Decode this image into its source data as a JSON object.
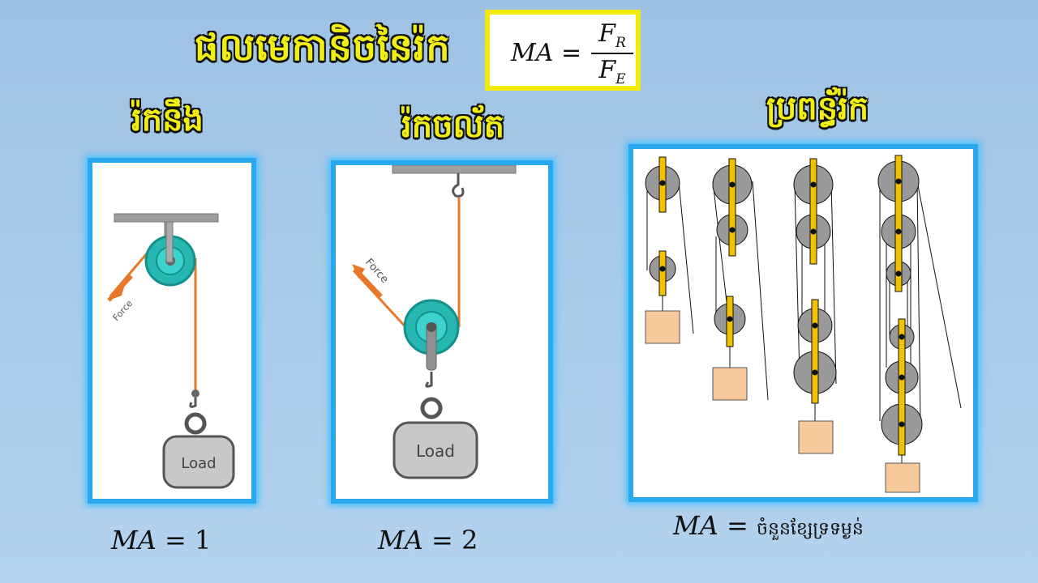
{
  "title": "ផលមេកានិចនៃរ៉ក",
  "formula": {
    "lhs": "MA",
    "eq": "=",
    "numerator": "F",
    "numerator_sub": "R",
    "denominator": "F",
    "denominator_sub": "E"
  },
  "sections": [
    {
      "label": "រ៉កនឹង",
      "ma_var": "MA",
      "ma_rest": " = 1",
      "force_text": "Force",
      "load_text": "Load"
    },
    {
      "label": "រ៉កចល័ត",
      "ma_var": "MA",
      "ma_rest": " = 2",
      "force_text": "Force",
      "load_text": "Load"
    },
    {
      "label": "ប្រពន្ធ័រ៉ក",
      "ma_var": "MA",
      "ma_rest": " = ",
      "ma_text": "ចំនួនខ្សែទ្រទម្ងន់"
    }
  ],
  "colors": {
    "title": "#f1ee12",
    "frame_border": "#2aa8ee",
    "rope": "#e8772a",
    "pulley": "#27b7b3",
    "load": "#c8c8c8",
    "block": "#f5c99b",
    "strap": "#f2c200",
    "wheel": "#9a9a9a"
  }
}
